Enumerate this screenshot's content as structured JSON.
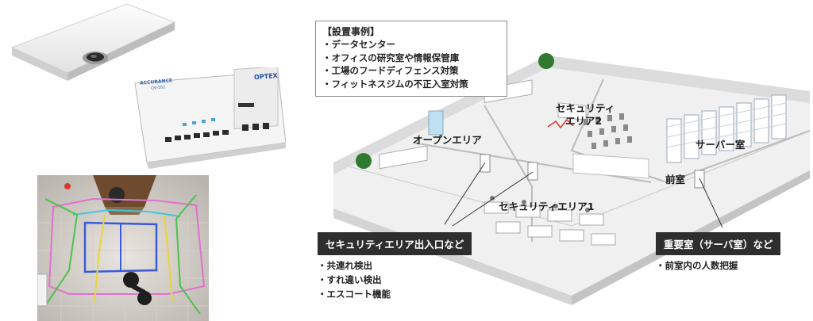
{
  "device": {
    "panel_brand": "ACCURANCE",
    "panel_model": "OV-102",
    "panel_maker": "OPTEX"
  },
  "cases_box": {
    "title": "【設置事例】",
    "items": [
      "・データセンター",
      "・オフィスの研究室や情報保管庫",
      "・工場のフードディフェンス対策",
      "・フィットネスジムの不正入室対策"
    ]
  },
  "areas": {
    "open_area": "オープンエリア",
    "security_area_2_line1": "セキュリティ",
    "security_area_2_line2": "エリア2",
    "security_area_1": "セキュリティエリア1",
    "server_room": "サーバー室",
    "anteroom": "前室"
  },
  "callout_entrance": {
    "label": "セキュリティエリア出入口など",
    "features": [
      "・共連れ検出",
      "・すれ違い検出",
      "・エスコート機能"
    ]
  },
  "callout_important": {
    "label": "重要室（サーバ室）など",
    "features": [
      "・前室内の人数把握"
    ]
  },
  "colors": {
    "pill_bg": "#2e2e2e",
    "box_border": "#8a8a8a",
    "grid_cyan": "#3ec6e0",
    "grid_blue": "#3a5bd9",
    "grid_green": "#4cc24c",
    "grid_yellow": "#e8d63a",
    "grid_pink": "#e070d0"
  }
}
